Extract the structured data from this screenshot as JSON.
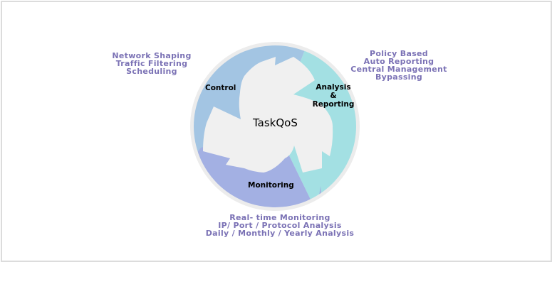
{
  "title": "TaskQoS",
  "colors": {
    "control": "#a3c5e3",
    "analysis": "#a3e0e3",
    "monitoring": "#a3b0e3",
    "center": "#f0f0f0",
    "ring": "#ececec",
    "feature_text": "#7b72b5"
  },
  "segments": {
    "control": {
      "label": "Control",
      "features": [
        "Network Shaping",
        "Traffic Filtering",
        "Scheduling"
      ]
    },
    "analysis": {
      "label_lines": [
        "Analysis",
        "&",
        "Reporting"
      ],
      "features": [
        "Policy Based",
        "Auto Reporting",
        "Central Management",
        "Bypassing"
      ]
    },
    "monitoring": {
      "label": "Monitoring",
      "features": [
        "Real- time Monitoring",
        "IP/ Port / Protocol Analysis",
        "Daily / Monthly / Yearly Analysis"
      ]
    }
  }
}
